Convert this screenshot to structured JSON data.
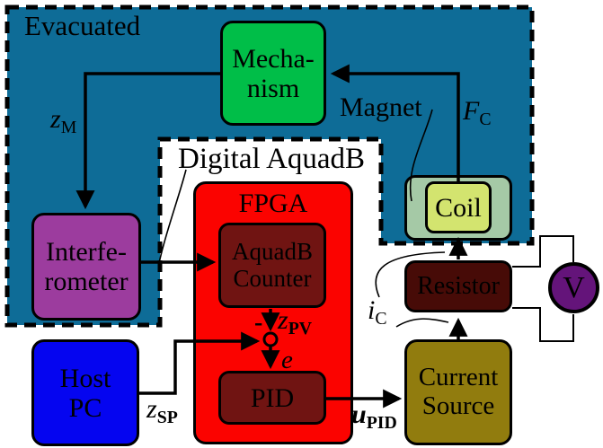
{
  "colors": {
    "teal": "#0E6C97",
    "green": "#00BE48",
    "purple": "#9C3C9E",
    "blue": "#0505F0",
    "red": "#FB0300",
    "darkred": "#701412",
    "resistor": "#470B07",
    "olive": "#917C0E",
    "magnet": "#A5C9A6",
    "coil": "#D3E46F",
    "vmeter": "#64147A",
    "line": "#000000"
  },
  "regions": {
    "evacuated": {
      "label": "Evacuated"
    },
    "digital_aquadb": {
      "label": "Digital AquadB"
    }
  },
  "boxes": {
    "mechanism": {
      "line1": "Mecha-",
      "line2": "nism"
    },
    "interferometer": {
      "line1": "Interfe-",
      "line2": "rometer"
    },
    "host_pc": {
      "line1": "Host",
      "line2": "PC"
    },
    "fpga": {
      "label": "FPGA"
    },
    "aquadb_counter": {
      "line1": "AquadB",
      "line2": "Counter"
    },
    "pid": {
      "label": "PID"
    },
    "magnet_label": "Magnet",
    "coil": {
      "label": "Coil"
    },
    "resistor": {
      "label": "Resistor"
    },
    "current_source": {
      "line1": "Current",
      "line2": "Source"
    },
    "voltmeter": {
      "label": "V"
    }
  },
  "signals": {
    "z_m": {
      "base": "z",
      "sub": "M"
    },
    "f_c": {
      "base": "F",
      "sub": "C"
    },
    "z_pv": {
      "minus": "-",
      "base": "z",
      "sub": "PV"
    },
    "e": {
      "base": "e"
    },
    "z_sp": {
      "base": "z",
      "sub": "SP"
    },
    "u_pid": {
      "base": "u",
      "sub": "PID"
    },
    "i_c": {
      "base": "i",
      "sub": "C"
    }
  }
}
